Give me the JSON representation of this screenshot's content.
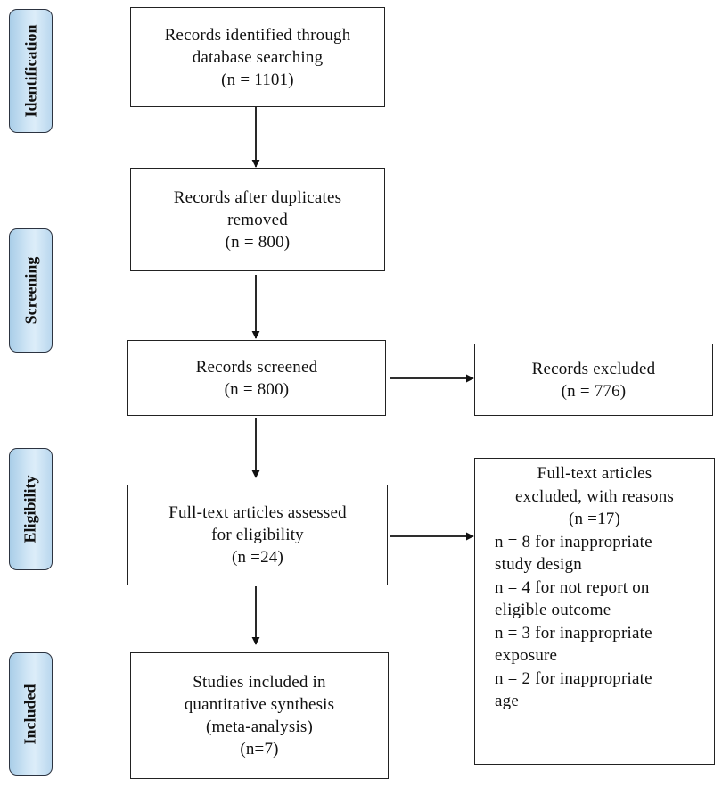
{
  "stages": [
    {
      "id": "identification",
      "label": "Identification"
    },
    {
      "id": "screening",
      "label": "Screening"
    },
    {
      "id": "eligibility",
      "label": "Eligibility"
    },
    {
      "id": "included",
      "label": "Included"
    }
  ],
  "boxes": {
    "identified": {
      "lines": [
        "Records identified through",
        "database searching",
        "(n = 1101)"
      ]
    },
    "deduplicated": {
      "lines": [
        "Records after duplicates",
        "removed",
        "(n = 800)"
      ]
    },
    "screened": {
      "lines": [
        "Records screened",
        "(n = 800)"
      ]
    },
    "excluded": {
      "lines": [
        "Records excluded",
        "(n = 776)"
      ]
    },
    "assessed": {
      "lines": [
        "Full-text articles assessed",
        "for eligibility",
        "(n =24)"
      ]
    },
    "fulltext_excluded": {
      "head": [
        "Full-text articles",
        "excluded, with reasons",
        "(n =17)"
      ],
      "reasons": [
        "n = 8 for inappropriate",
        "study design",
        "n = 4 for not report on",
        "eligible outcome",
        "n = 3 for inappropriate",
        "exposure",
        "n = 2 for inappropriate",
        "age"
      ]
    },
    "included": {
      "lines": [
        "Studies included in",
        "quantitative synthesis",
        "(meta-analysis)",
        "(n=7)"
      ]
    }
  }
}
